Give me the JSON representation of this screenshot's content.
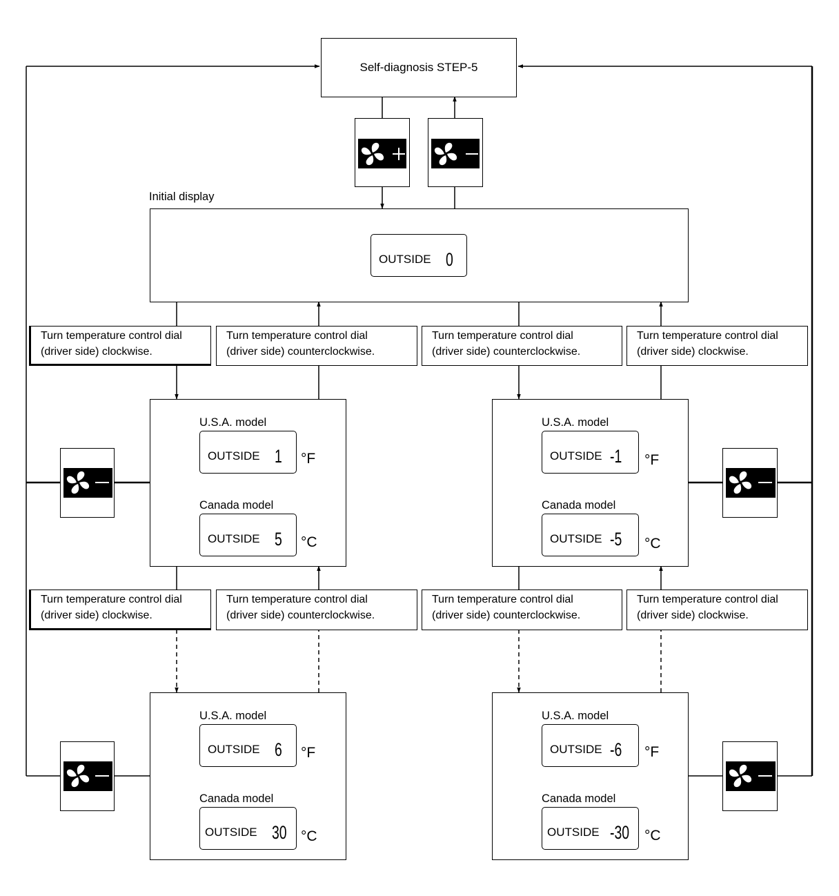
{
  "step_box": {
    "title": "Self-diagnosis STEP-5"
  },
  "initial_label": "Initial display",
  "initial_display": {
    "word": "OUTSIDE",
    "value": "0"
  },
  "instructions": {
    "cw_line1": "Turn temperature control dial",
    "cw_line2": "(driver side) clockwise.",
    "ccw_line1": "Turn temperature control dial",
    "ccw_line2": "(driver side) counterclockwise."
  },
  "models": {
    "usa": "U.S.A. model",
    "canada": "Canada model"
  },
  "units": {
    "f": "°F",
    "c": "°C"
  },
  "states": {
    "left_1": {
      "usa_word": "OUTSIDE",
      "usa_value": "1",
      "canada_word": "OUTSIDE",
      "canada_value": "5"
    },
    "right_1": {
      "usa_word": "OUTSIDE",
      "usa_value": "-1",
      "canada_word": "OUTSIDE",
      "canada_value": "-5"
    },
    "left_n": {
      "usa_word": "OUTSIDE",
      "usa_value": "6",
      "canada_word": "OUTSIDE",
      "canada_value": "30"
    },
    "right_n": {
      "usa_word": "OUTSIDE",
      "usa_value": "-6",
      "canada_word": "OUTSIDE",
      "canada_value": "-30"
    }
  },
  "buttons": {
    "fan_plus": {
      "icon": "fan-icon",
      "sign": "+"
    },
    "fan_minus": {
      "icon": "fan-icon",
      "sign": "−"
    }
  }
}
